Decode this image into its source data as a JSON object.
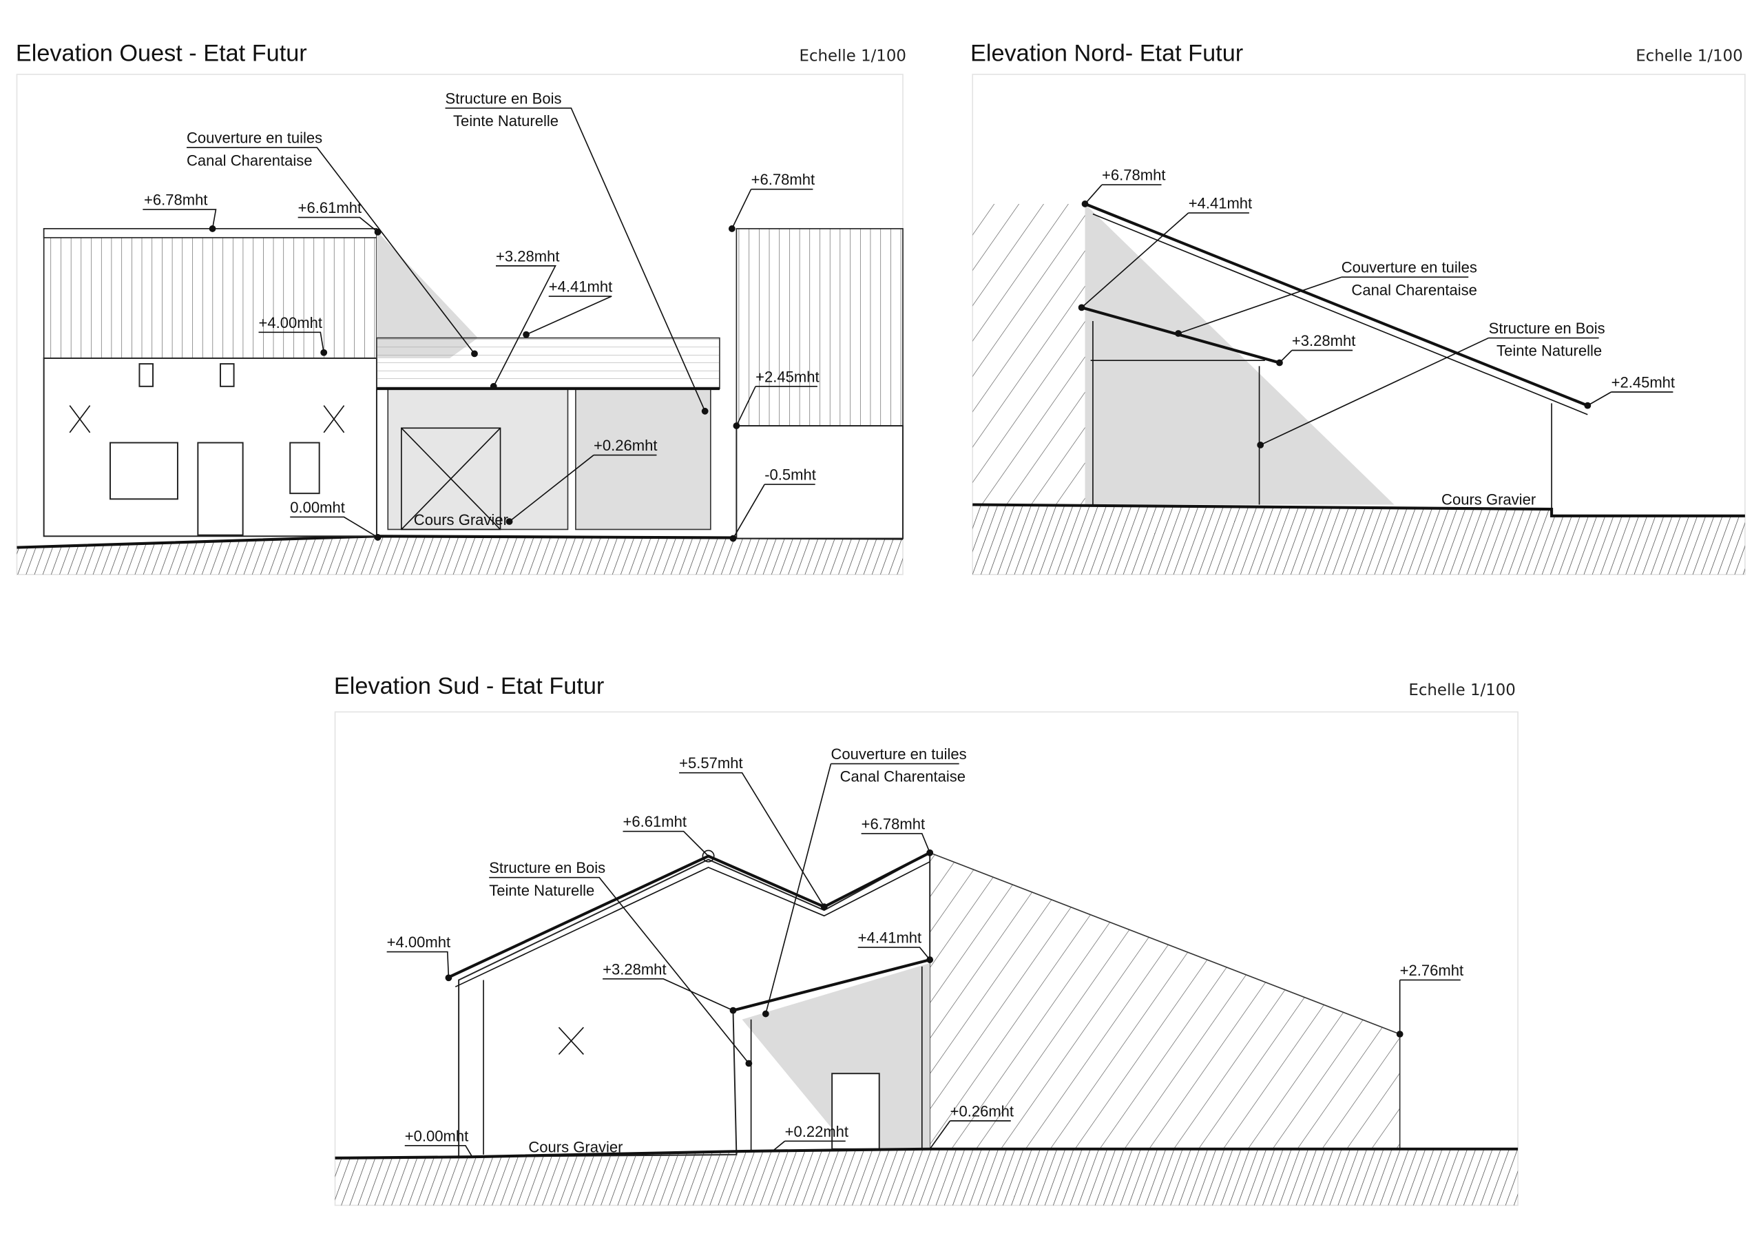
{
  "ouest": {
    "title": "Elevation Ouest - Etat Futur",
    "scale": "Echelle 1/100",
    "labels": {
      "roof_a": "Couverture en tuiles",
      "roof_b": "Canal Charentaise",
      "struct_a": "Structure en Bois",
      "struct_b": "Teinte Naturelle",
      "l678_left": "+6.78mht",
      "l661": "+6.61mht",
      "l328": "+3.28mht",
      "l441": "+4.41mht",
      "l400": "+4.00mht",
      "l678_right": "+6.78mht",
      "l245": "+2.45mht",
      "l026": "+0.26mht",
      "l05": "-0.5mht",
      "l000": "0.00mht",
      "cours": "Cours Gravier"
    }
  },
  "nord": {
    "title": "Elevation Nord- Etat Futur",
    "scale": "Echelle 1/100",
    "labels": {
      "l678": "+6.78mht",
      "l441": "+4.41mht",
      "roof_a": "Couverture en tuiles",
      "roof_b": "Canal Charentaise",
      "l328": "+3.28mht",
      "struct_a": "Structure en Bois",
      "struct_b": "Teinte Naturelle",
      "l245": "+2.45mht",
      "cours": "Cours Gravier"
    }
  },
  "sud": {
    "title": "Elevation Sud - Etat Futur",
    "scale": "Echelle 1/100",
    "labels": {
      "l557": "+5.57mht",
      "roof_a": "Couverture en tuiles",
      "roof_b": "Canal Charentaise",
      "l661": "+6.61mht",
      "l678": "+6.78mht",
      "struct_a": "Structure en Bois",
      "struct_b": "Teinte Naturelle",
      "l400": "+4.00mht",
      "l441": "+4.41mht",
      "l328": "+3.28mht",
      "l276": "+2.76mht",
      "l026": "+0.26mht",
      "l022": "+0.22mht",
      "l000": "+0.00mht",
      "cours": "Cours Gravier"
    }
  }
}
